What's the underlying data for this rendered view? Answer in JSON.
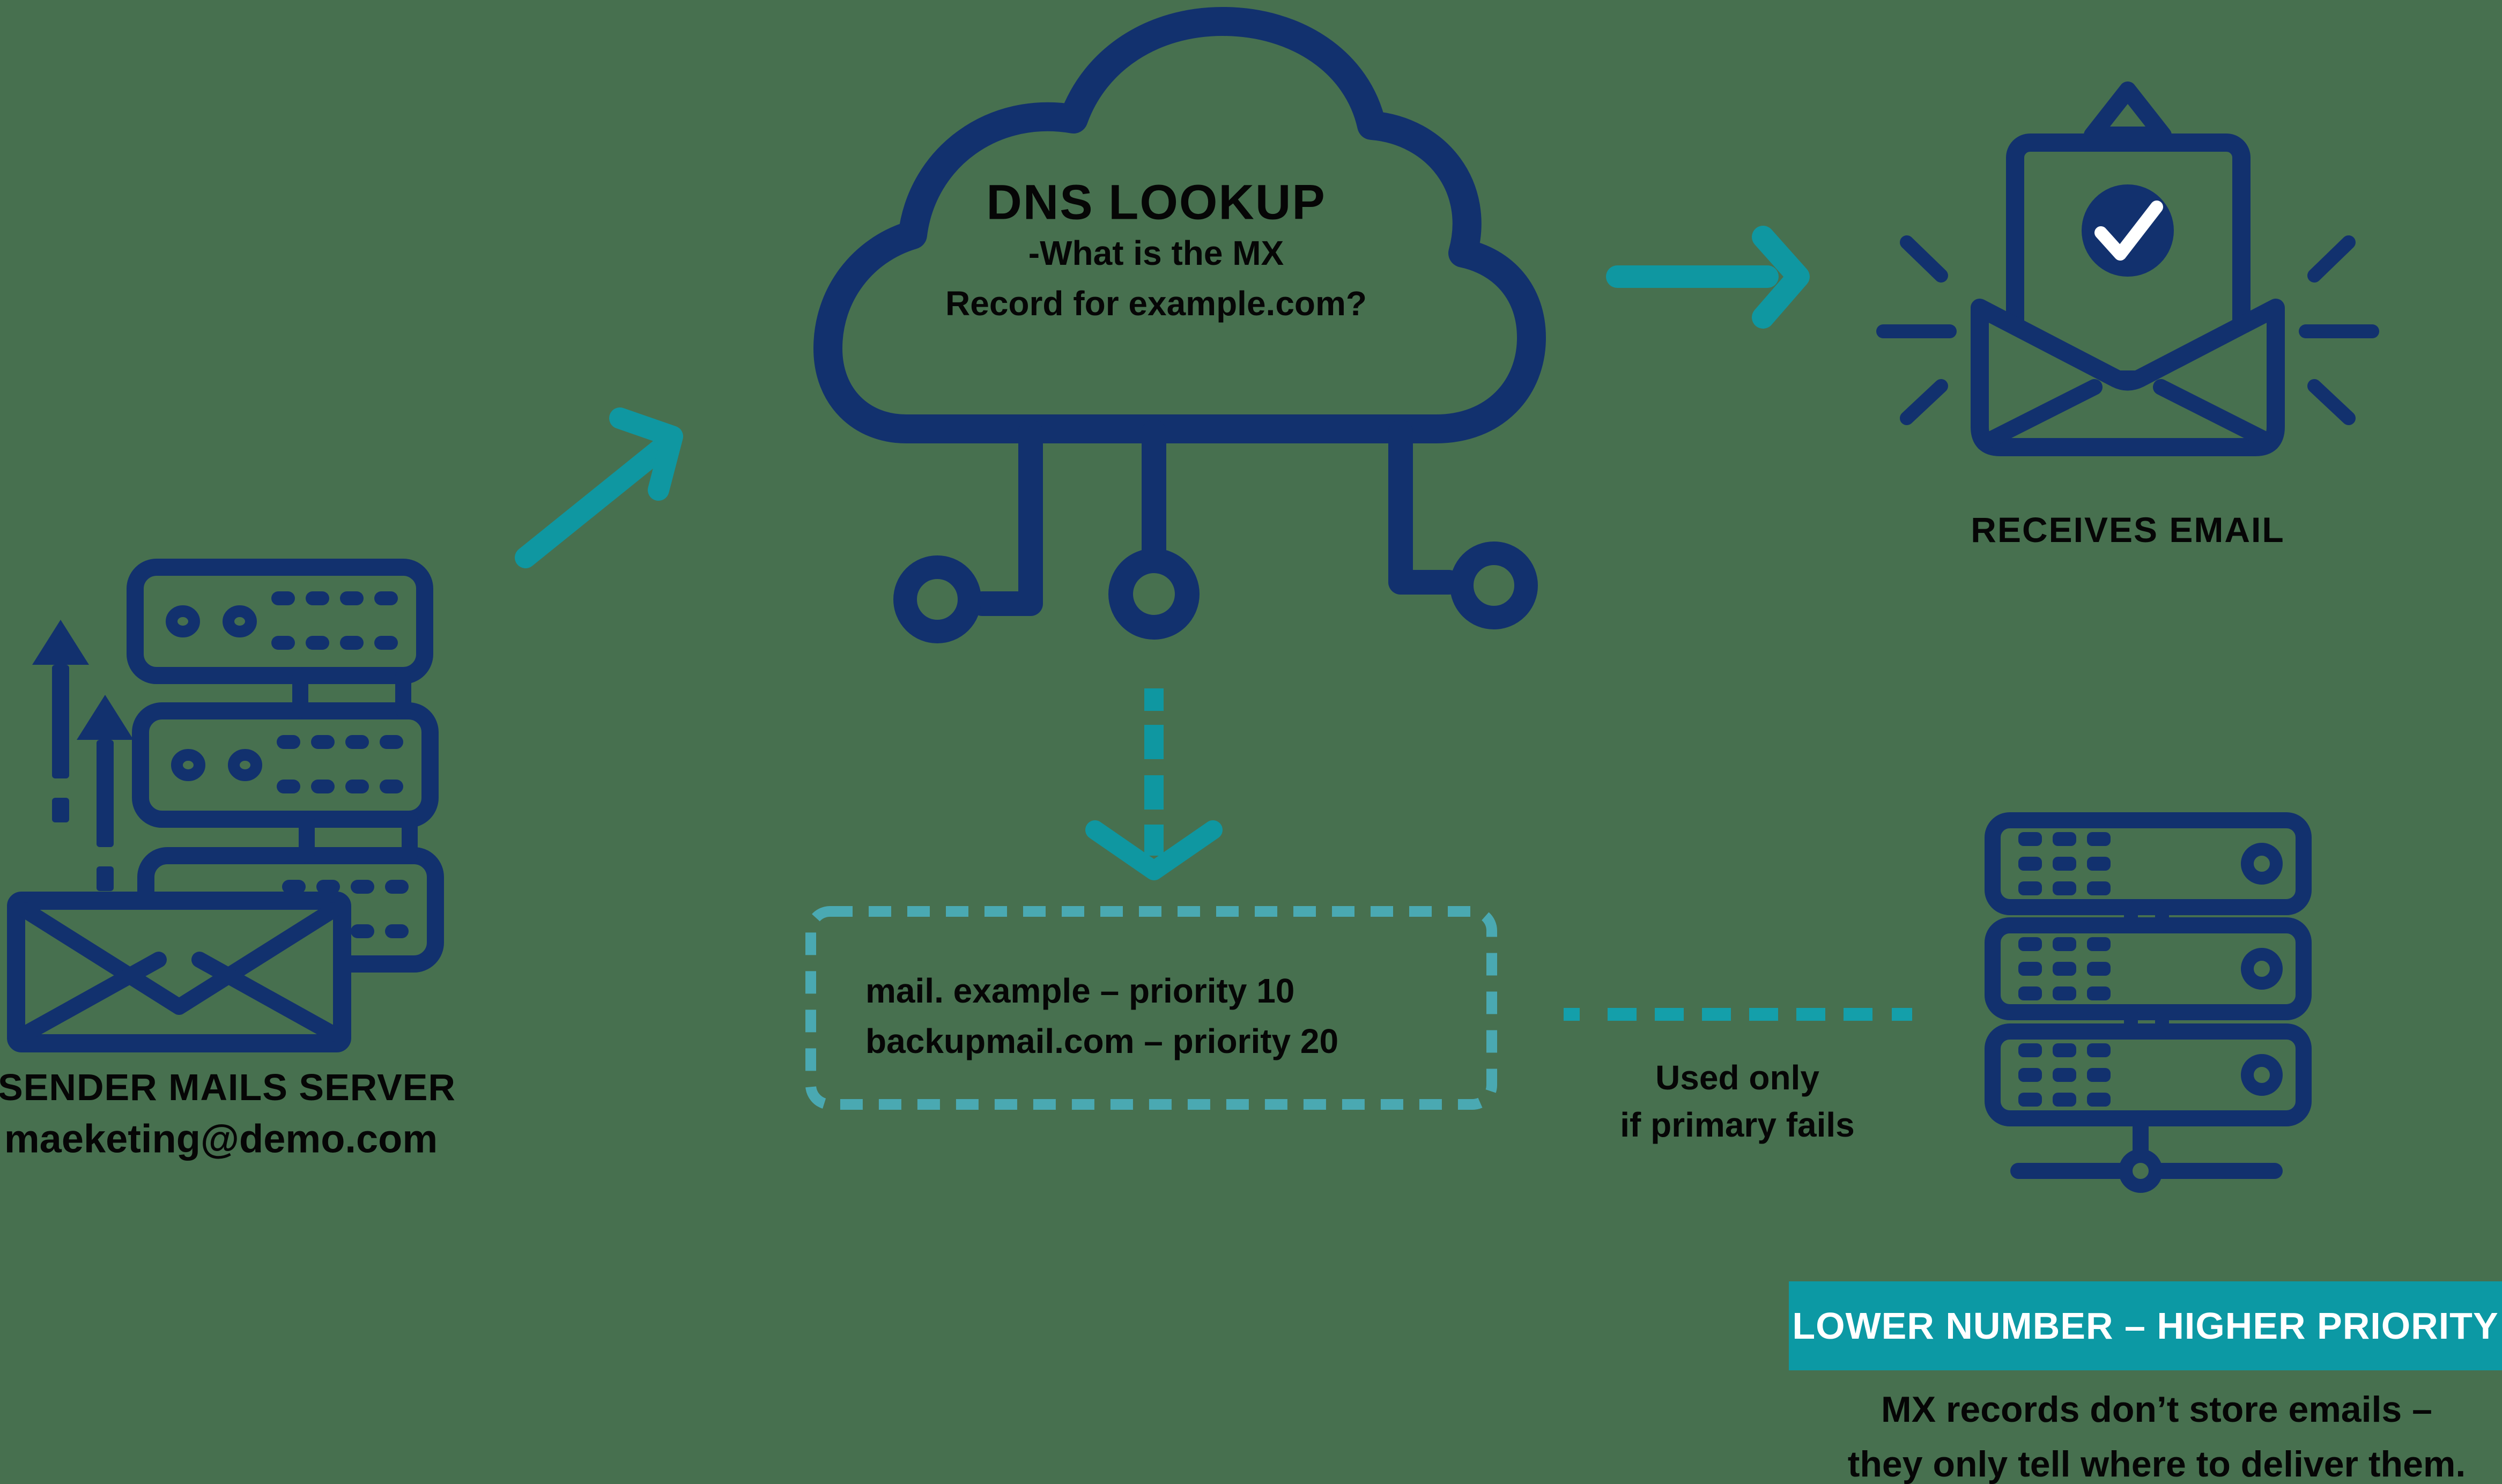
{
  "colors": {
    "background": "#47704F",
    "navy": "#12316E",
    "teal": "#0F97A1",
    "teal_light": "#4AA9B2",
    "teal_mid": "#149FAA",
    "banner_bg": "#0C99A4",
    "text": "#060606",
    "white": "#FFFFFF"
  },
  "sender": {
    "label": "SENDER MAILS SERVER",
    "email": "maeketing@demo.com"
  },
  "dns_cloud": {
    "title": "DNS LOOKUP",
    "question_line1": "-What is the MX",
    "question_line2": "Record for example.com?"
  },
  "receiver": {
    "label": "RECEIVES EMAIL"
  },
  "mx_records_box": {
    "line1": "mail. example – priority 10",
    "line2": "backupmail.com – priority 20"
  },
  "backup_server": {
    "note_line1": "Used only",
    "note_line2": "if primary fails"
  },
  "priority_banner": {
    "label": "LOWER NUMBER – HIGHER PRIORITY"
  },
  "footnote": {
    "line1": "MX records don’t store emails –",
    "line2": "they only tell where to deliver them."
  }
}
